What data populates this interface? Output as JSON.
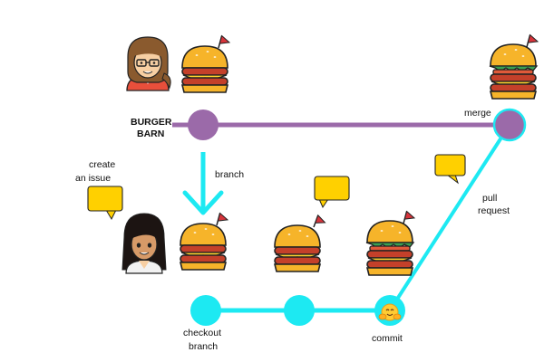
{
  "labels": {
    "repo_line1": "BURGER",
    "repo_line2": "BARN",
    "merge": "merge",
    "branch": "branch",
    "create_line1": "create",
    "create_line2": "an issue",
    "pull_line1": "pull",
    "pull_line2": "request",
    "checkout_line1": "checkout",
    "checkout_line2": "branch",
    "commit": "commit"
  },
  "colors": {
    "main_branch": "#9b6aa9",
    "feature_branch": "#1de9f2",
    "speech_bubble": "#ffd000",
    "bun": "#f6b42a",
    "patty": "#c4402a",
    "cheese": "#ffd22e",
    "lettuce": "#3aa052",
    "flag": "#d6343b",
    "outline": "#222222"
  },
  "icons": {
    "developer_a": "avatar-woman-glasses",
    "developer_b": "avatar-woman",
    "burger": "burger-icon",
    "commit_marker": "emoji-hug"
  }
}
